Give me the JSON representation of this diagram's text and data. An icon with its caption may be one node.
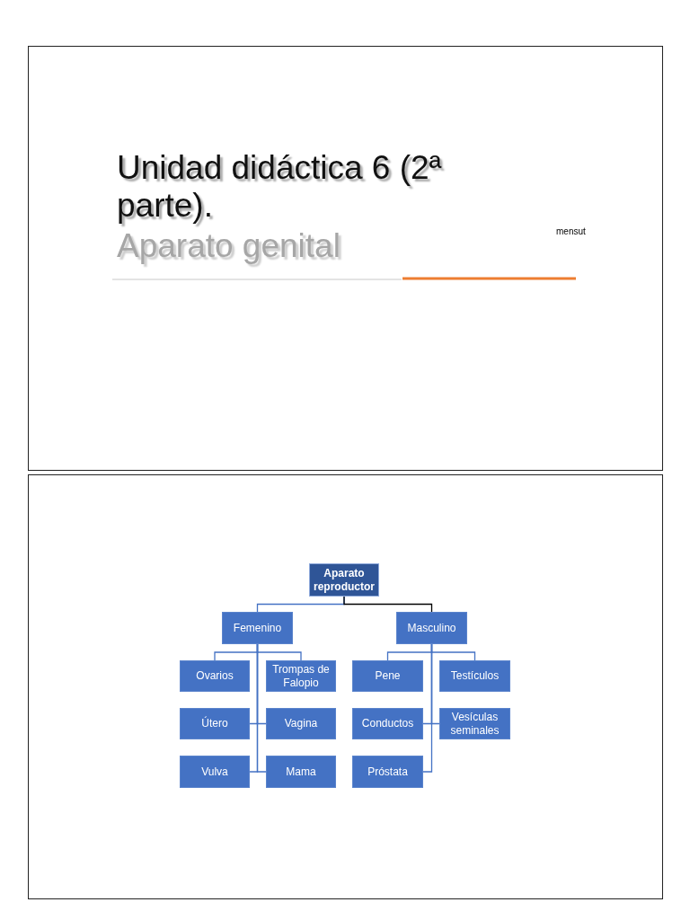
{
  "diagram": {
    "title": "Unidad didáctica 6 (2ª parte).",
    "nodes": [
      {
        "text": [
          "Aparato reproductor"
        ]
      },
      {
        "text": [
          "Femenino"
        ]
      },
      {
        "text": [
          "Masculino"
        ]
      },
      {
        "text": [
          "Ovarios"
        ]
      },
      {
        "text": [
          "Trompas de Falopio"
        ]
      },
      {
        "text": [
          "Útero"
        ]
      },
      {
        "text": [
          "Vagina"
        ]
      },
      {
        "text": [
          "Vulva"
        ]
      },
      {
        "text": [
          "Mama"
        ]
      },
      {
        "text": [
          "Pene"
        ]
      },
      {
        "text": [
          "Testículos"
        ]
      },
      {
        "text": [
          "Conductos"
        ]
      },
      {
        "text": [
          "Vesículas seminales"
        ]
      },
      {
        "text": [
          "Próstata"
        ]
      }
    ],
    "edges": [
      {
        "from": 0,
        "to": 1,
        "arrow": "none"
      },
      {
        "from": 0,
        "to": 2,
        "arrow": "none",
        "color": "#000000"
      },
      {
        "from": 1,
        "to": 3,
        "arrow": "none"
      },
      {
        "from": 1,
        "to": 4,
        "arrow": "none"
      },
      {
        "from": 1,
        "to": 5,
        "arrow": "none"
      },
      {
        "from": 1,
        "to": 6,
        "arrow": "none"
      },
      {
        "from": 1,
        "to": 7,
        "arrow": "none"
      },
      {
        "from": 1,
        "to": 8,
        "arrow": "none"
      },
      {
        "from": 2,
        "to": 9,
        "arrow": "none"
      },
      {
        "from": 2,
        "to": 10,
        "arrow": "none"
      },
      {
        "from": 2,
        "to": 11,
        "arrow": "none"
      },
      {
        "from": 2,
        "to": 12,
        "arrow": "none"
      },
      {
        "from": 2,
        "to": 13,
        "arrow": "none"
      }
    ],
    "labels": [
      "Aparato genital",
      "mensut"
    ]
  }
}
